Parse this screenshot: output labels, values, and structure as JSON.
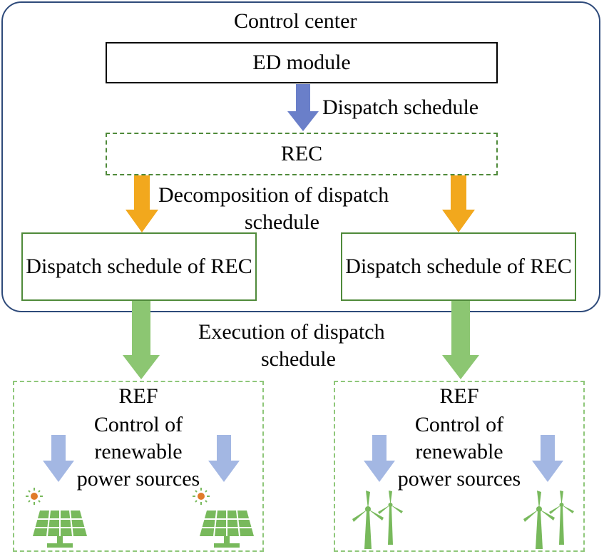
{
  "control_center": {
    "title": "Control center",
    "ed_module": "ED module",
    "dispatch_schedule": "Dispatch schedule",
    "rec": "REC",
    "decomposition_line1": "Decomposition of dispatch",
    "decomposition_line2": "schedule",
    "left_schedule": "Dispatch schedule of REC",
    "right_schedule": "Dispatch schedule of REC"
  },
  "execution": {
    "line1": "Execution of dispatch",
    "line2": "schedule"
  },
  "ref_units": [
    {
      "title": "REF",
      "body_line1": "Control of",
      "body_line2": "renewable",
      "body_line3": "power sources",
      "source_icon": "solar-panel-icon"
    },
    {
      "title": "REF",
      "body_line1": "Control of",
      "body_line2": "renewable",
      "body_line3": "power sources",
      "source_icon": "wind-turbine-icon"
    }
  ],
  "colors": {
    "frame_border": "#2e4a7a",
    "blue_arrow": "#6a7fc9",
    "orange_arrow": "#f2a81d",
    "green_arrow": "#8cc672",
    "light_blue_arrow": "#a3b7e3",
    "green_border": "#4f8a3a",
    "icon_green": "#78b95c",
    "sun_orange": "#e07b2a"
  }
}
